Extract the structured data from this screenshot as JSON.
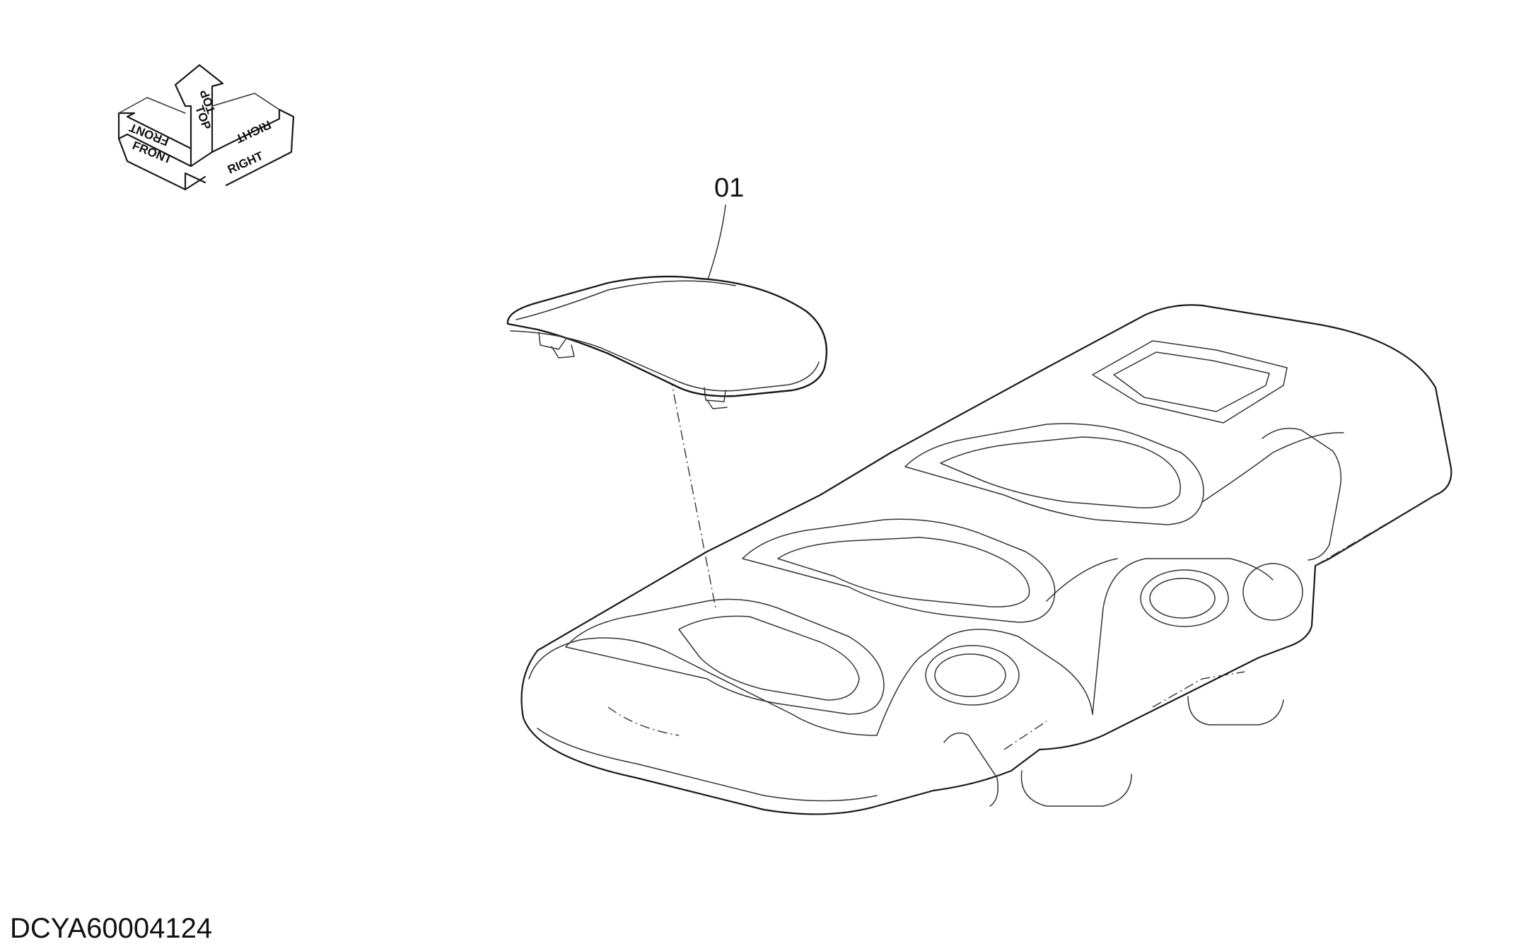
{
  "orientation_indicator": {
    "front_label": "FRONT",
    "top_label": "TOP",
    "right_label": "RIGHT"
  },
  "callouts": [
    {
      "label": "01"
    }
  ],
  "drawing_number": "DCYA60004124"
}
